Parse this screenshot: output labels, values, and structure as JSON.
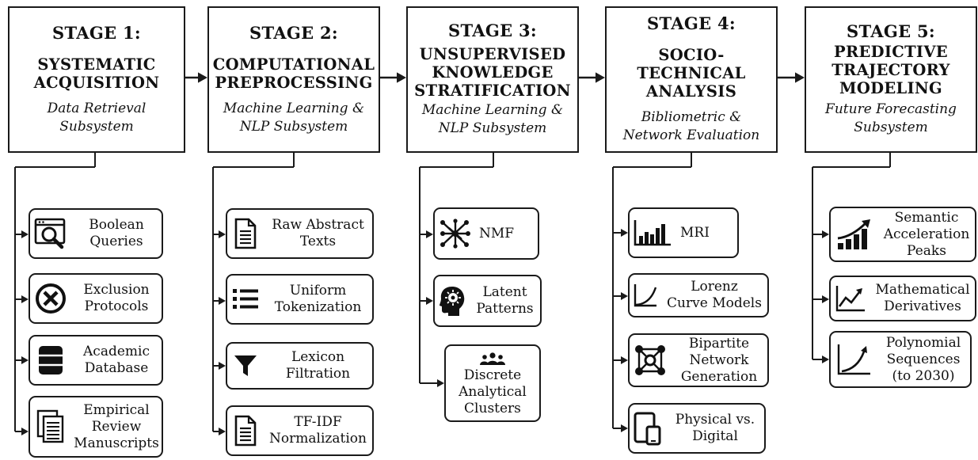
{
  "stages": [
    {
      "stage_label": "STAGE 1:",
      "title": "SYSTEMATIC\nACQUISITION",
      "subtitle": "Data Retrieval\nSubsystem",
      "items": [
        {
          "label": "Boolean\nQueries",
          "icon": "search-window-icon"
        },
        {
          "label": "Exclusion\nProtocols",
          "icon": "circle-x-icon"
        },
        {
          "label": "Academic\nDatabase",
          "icon": "database-icon"
        },
        {
          "label": "Empirical\nReview\nManuscripts",
          "icon": "documents-icon"
        }
      ]
    },
    {
      "stage_label": "STAGE 2:",
      "title": "COMPUTATIONAL\nPREPROCESSING",
      "subtitle": "Machine Learning &\nNLP Subsystem",
      "items": [
        {
          "label": "Raw Abstract\nTexts",
          "icon": "document-icon"
        },
        {
          "label": "Uniform\nTokenization",
          "icon": "list-icon"
        },
        {
          "label": "Lexicon\nFiltration",
          "icon": "funnel-icon"
        },
        {
          "label": "TF-IDF\nNormalization",
          "icon": "document-icon"
        }
      ]
    },
    {
      "stage_label": "STAGE 3:",
      "title": "UNSUPERVISED\nKNOWLEDGE\nSTRATIFICATION",
      "subtitle": "Machine Learning &\nNLP Subsystem",
      "items": [
        {
          "label": "NMF",
          "icon": "network-nodes-icon"
        },
        {
          "label": "Latent\nPatterns",
          "icon": "head-brain-icon"
        },
        {
          "label": "Discrete\nAnalytical\nClusters",
          "icon": "people-group-icon"
        }
      ]
    },
    {
      "stage_label": "STAGE 4:",
      "title": "SOCIO-TECHNICAL\nANALYSIS",
      "subtitle": "Bibliometric &\nNetwork Evaluation",
      "items": [
        {
          "label": "MRI",
          "icon": "bar-chart-icon"
        },
        {
          "label": "Lorenz\nCurve Models",
          "icon": "curve-chart-icon"
        },
        {
          "label": "Bipartite\nNetwork\nGeneration",
          "icon": "bipartite-network-icon"
        },
        {
          "label": "Physical vs.\nDigital",
          "icon": "tablet-phone-icon"
        }
      ]
    },
    {
      "stage_label": "STAGE 5:",
      "title": "PREDICTIVE\nTRAJECTORY\nMODELING",
      "subtitle": "Future Forecasting\nSubsystem",
      "items": [
        {
          "label": "Semantic\nAcceleration\nPeaks",
          "icon": "trend-bars-icon"
        },
        {
          "label": "Mathematical\nDerivatives",
          "icon": "zigzag-trend-icon"
        },
        {
          "label": "Polynomial\nSequences\n(to 2030)",
          "icon": "growth-curve-icon"
        }
      ]
    }
  ],
  "colors": {
    "stroke": "#1a1a1a",
    "background": "#ffffff"
  }
}
